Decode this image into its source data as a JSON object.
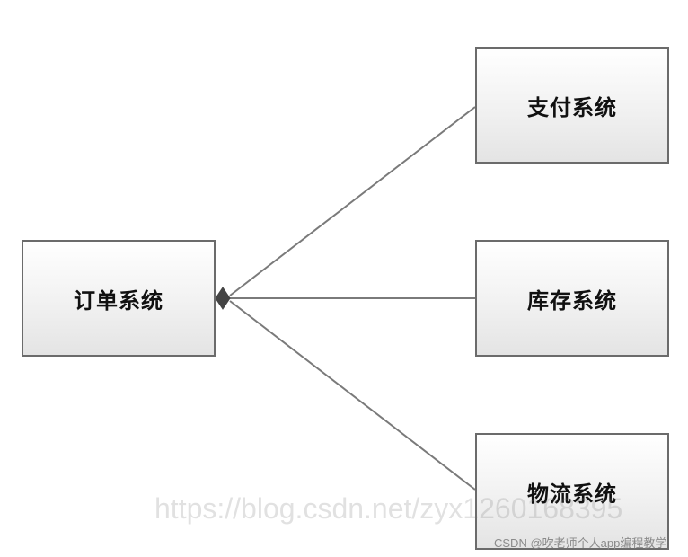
{
  "nodes": {
    "order": "订单系统",
    "payment": "支付系统",
    "inventory": "库存系统",
    "logistics": "物流系统"
  },
  "watermark": {
    "url": "https://blog.csdn.net/zyx1260168395",
    "credit": "CSDN @吹老师个人app编程教学"
  }
}
